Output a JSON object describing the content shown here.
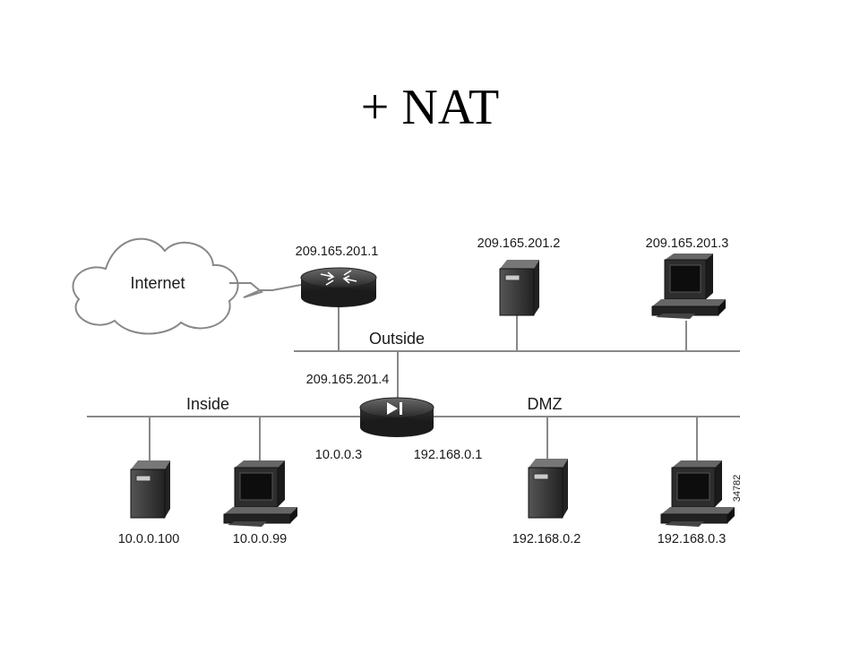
{
  "slide": {
    "title": "+ NAT"
  },
  "diagram": {
    "cloud_label": "Internet",
    "segments": {
      "outside": "Outside",
      "inside": "Inside",
      "dmz": "DMZ"
    },
    "router": {
      "ip": "209.165.201.1"
    },
    "firewall": {
      "outside_ip": "209.165.201.4",
      "inside_ip": "10.0.0.3",
      "dmz_ip": "192.168.0.1"
    },
    "hosts": {
      "outside_server": "209.165.201.2",
      "outside_workstation": "209.165.201.3",
      "inside_server": "10.0.0.100",
      "inside_workstation": "10.0.0.99",
      "dmz_server": "192.168.0.2",
      "dmz_workstation": "192.168.0.3"
    },
    "figure_number": "34782"
  }
}
